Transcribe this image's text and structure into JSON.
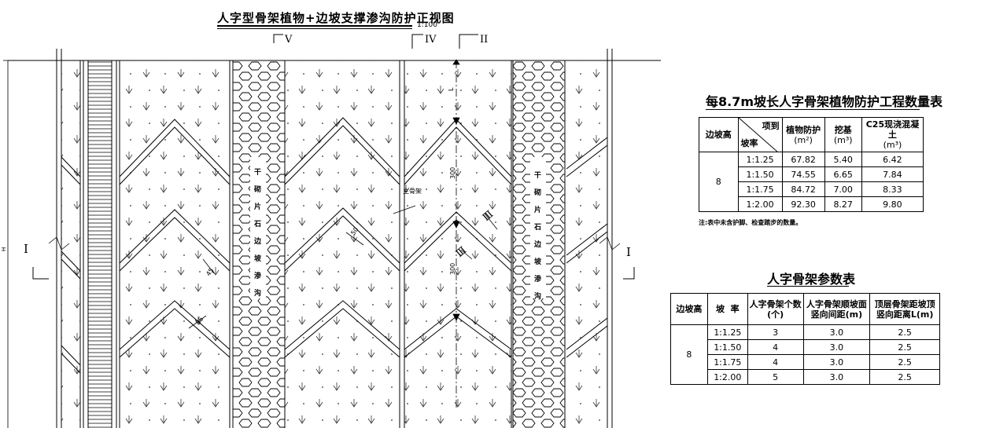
{
  "drawing": {
    "title": "人字型骨架植物+边坡支撑渗沟防护正视图",
    "scale": "1:100",
    "section_marks": [
      "V",
      "IV",
      "II",
      "I",
      "I"
    ],
    "dim_300_a": "300",
    "dim_300_b": "300",
    "dim_45": "45",
    "dim_35": "35",
    "dim_50": "50",
    "label_main_frame": "主骨架",
    "label_L": "L",
    "label_H": "H",
    "label_roman_III": "Ⅲ",
    "vertical_text_chars": [
      "干",
      "砌",
      "片",
      "石",
      "边",
      "坡",
      "渗",
      "沟"
    ]
  },
  "table1": {
    "title": "每8.7m坡长人字骨架植物防护工程数量表",
    "header": {
      "col1": "边坡高",
      "diag_top": "项到",
      "diag_bottom": "坡率",
      "col3": "植物防护",
      "col3_unit": "(m²)",
      "col4": "挖基",
      "col4_unit": "(m³)",
      "col5": "C25现浇混凝土",
      "col5_unit": "(m³)"
    },
    "height": "8",
    "rows": [
      {
        "slope": "1:1.25",
        "plant": "67.82",
        "dig": "5.40",
        "concrete": "6.42"
      },
      {
        "slope": "1:1.50",
        "plant": "74.55",
        "dig": "6.65",
        "concrete": "7.84"
      },
      {
        "slope": "1:1.75",
        "plant": "84.72",
        "dig": "7.00",
        "concrete": "8.33"
      },
      {
        "slope": "1:2.00",
        "plant": "92.30",
        "dig": "8.27",
        "concrete": "9.80"
      }
    ],
    "note": "注:表中未含护脚、检查踏步的数量。"
  },
  "table2": {
    "title": "人字骨架参数表",
    "header": {
      "col1": "边坡高",
      "col2": "坡  率",
      "col3a": "人字骨架个数",
      "col3b": "(个)",
      "col4a": "人字骨架顺坡面",
      "col4b": "竖向间距(m)",
      "col5a": "顶层骨架距坡顶",
      "col5b": "竖向距离L(m)"
    },
    "height": "8",
    "rows": [
      {
        "slope": "1:1.25",
        "count": "3",
        "spacing": "3.0",
        "top": "2.5"
      },
      {
        "slope": "1:1.50",
        "count": "4",
        "spacing": "3.0",
        "top": "2.5"
      },
      {
        "slope": "1:1.75",
        "count": "4",
        "spacing": "3.0",
        "top": "2.5"
      },
      {
        "slope": "1:2.00",
        "count": "5",
        "spacing": "3.0",
        "top": "2.5"
      }
    ]
  }
}
